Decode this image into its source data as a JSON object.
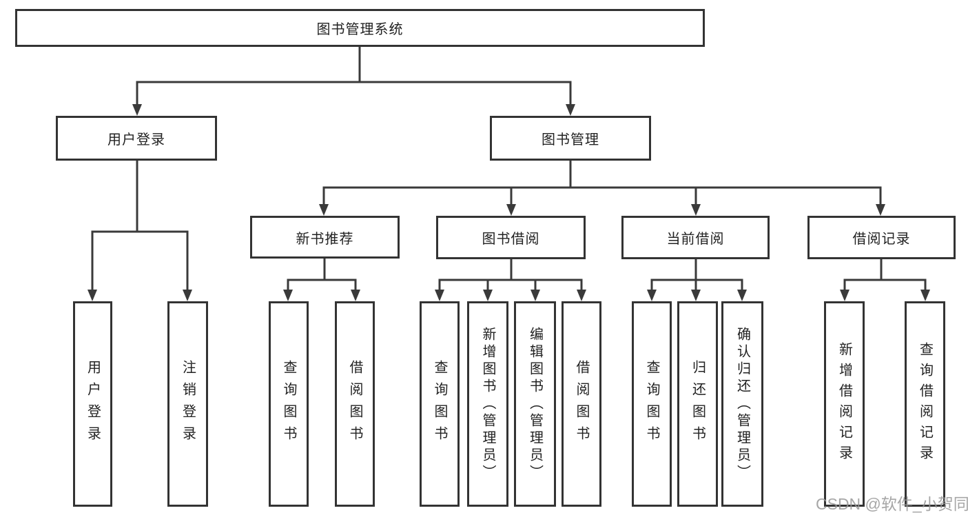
{
  "colors": {
    "background": "#ffffff",
    "line": "#3a3a3a",
    "box_border": "#333333",
    "text": "#222222",
    "watermark": "#969696"
  },
  "nodes": {
    "root": {
      "label": "图书管理系统"
    },
    "user_login": {
      "label": "用户登录"
    },
    "book_management": {
      "label": "图书管理"
    },
    "new_book_recommend": {
      "label": "新书推荐"
    },
    "book_borrowing": {
      "label": "图书借阅"
    },
    "current_borrowing": {
      "label": "当前借阅"
    },
    "borrowing_records": {
      "label": "借阅记录"
    }
  },
  "leaves": {
    "user_login_login": {
      "label": "用户登录"
    },
    "user_login_logout": {
      "label": "注销登录"
    },
    "recommend_query_books": {
      "label": "查询图书"
    },
    "recommend_borrow_books": {
      "label": "借阅图书"
    },
    "borrowing_query_books": {
      "label": "查询图书"
    },
    "borrowing_add_books_admin": {
      "label": "新增图书（管理员）"
    },
    "borrowing_edit_books_admin": {
      "label": "编辑图书（管理员）"
    },
    "borrowing_borrow_books": {
      "label": "借阅图书"
    },
    "current_query_books": {
      "label": "查询图书"
    },
    "current_return_books": {
      "label": "归还图书"
    },
    "current_confirm_return_admin": {
      "label": "确认归还（管理员）"
    },
    "records_add_record": {
      "label": "新增借阅记录"
    },
    "records_query_record": {
      "label": "查询借阅记录"
    }
  },
  "structure": {
    "图书管理系统": [
      "用户登录",
      "图书管理"
    ],
    "用户登录": [
      "用户登录",
      "注销登录"
    ],
    "图书管理": [
      "新书推荐",
      "图书借阅",
      "当前借阅",
      "借阅记录"
    ],
    "新书推荐": [
      "查询图书",
      "借阅图书"
    ],
    "图书借阅": [
      "查询图书",
      "新增图书（管理员）",
      "编辑图书（管理员）",
      "借阅图书"
    ],
    "当前借阅": [
      "查询图书",
      "归还图书",
      "确认归还（管理员）"
    ],
    "借阅记录": [
      "新增借阅记录",
      "查询借阅记录"
    ]
  },
  "watermark": {
    "text": "CSDN @软件_小贺同学"
  }
}
